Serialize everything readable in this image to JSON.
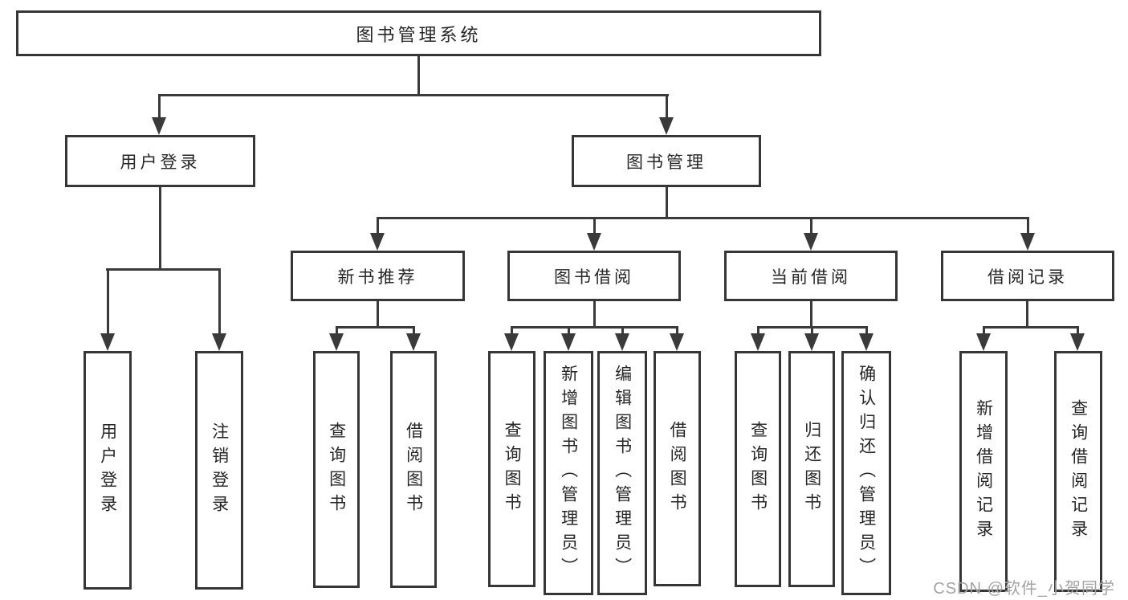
{
  "tree": {
    "label": "图书管理系统",
    "children": [
      {
        "label": "用户登录",
        "children": [
          {
            "label": "用户登录"
          },
          {
            "label": "注销登录"
          }
        ]
      },
      {
        "label": "图书管理",
        "children": [
          {
            "label": "新书推荐",
            "children": [
              {
                "label": "查询图书"
              },
              {
                "label": "借阅图书"
              }
            ]
          },
          {
            "label": "图书借阅",
            "children": [
              {
                "label": "查询图书"
              },
              {
                "label": "新增图书（管理员）"
              },
              {
                "label": "编辑图书（管理员）"
              },
              {
                "label": "借阅图书"
              }
            ]
          },
          {
            "label": "当前借阅",
            "children": [
              {
                "label": "查询图书"
              },
              {
                "label": "归还图书"
              },
              {
                "label": "确认归还（管理员）"
              }
            ]
          },
          {
            "label": "借阅记录",
            "children": [
              {
                "label": "新增借阅记录"
              },
              {
                "label": "查询借阅记录"
              }
            ]
          }
        ]
      }
    ]
  },
  "watermark": {
    "text": "CSDN @软件_小贺同学"
  },
  "colors": {
    "line": "#3a3a3a",
    "box_border": "#363636",
    "text": "#262626",
    "watermark": "#a3a3a3",
    "background": "#ffffff"
  }
}
